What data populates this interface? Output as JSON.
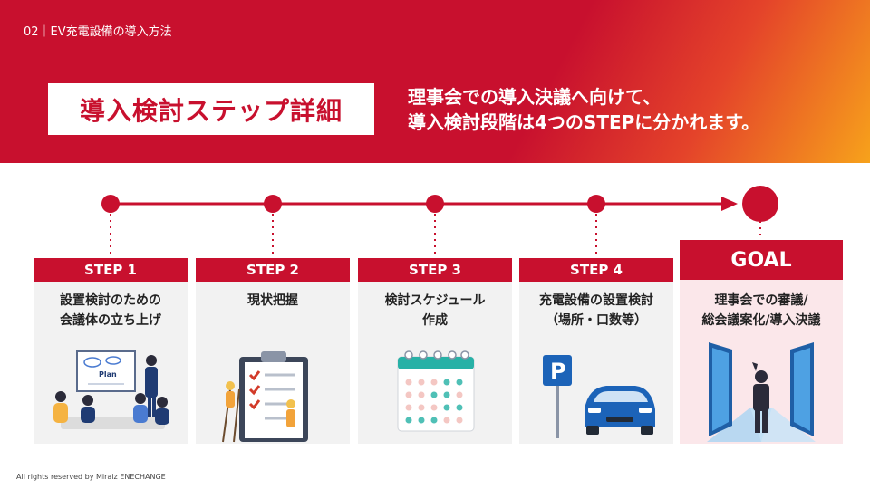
{
  "breadcrumb": "02｜EV充電設備の導入方法",
  "title": "導入検討ステップ詳細",
  "subtitle": {
    "line1": "理事会での導入決議へ向けて、",
    "line2": "導入検討段階は4つのSTEPに分かれます。"
  },
  "steps": [
    {
      "label": "STEP 1",
      "desc1": "設置検討のための",
      "desc2": "会議体の立ち上げ",
      "icon": "meeting-illustration"
    },
    {
      "label": "STEP 2",
      "desc1": "現状把握",
      "desc2": "",
      "icon": "checklist-clipboard-illustration"
    },
    {
      "label": "STEP 3",
      "desc1": "検討スケジュール",
      "desc2": "作成",
      "icon": "calendar-illustration"
    },
    {
      "label": "STEP 4",
      "desc1": "充電設備の設置検討",
      "desc2": "（場所・口数等）",
      "icon": "parking-car-illustration"
    }
  ],
  "goal": {
    "label": "GOAL",
    "desc1": "理事会での審議/",
    "desc2": "総会議案化/導入決議",
    "icon": "doors-person-illustration"
  },
  "meeting_board_text": "Plan",
  "footer": "All rights reserved by Miraiz ENECHANGE",
  "colors": {
    "accent": "#c8102e",
    "gradient_end": "#f7a21b",
    "card_bg": "#f2f2f2",
    "goal_bg": "#fbe7ea"
  }
}
